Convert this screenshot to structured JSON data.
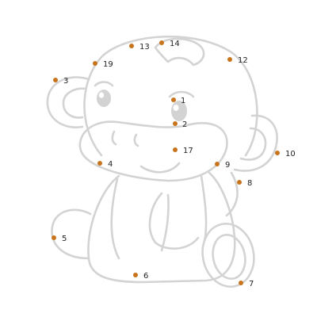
{
  "puzzle": {
    "marker_color": "#c8741c",
    "outline_color": "#d3d3d3",
    "label_color": "#222222",
    "dots": [
      {
        "n": "1"
      },
      {
        "n": "2"
      },
      {
        "n": "3"
      },
      {
        "n": "4"
      },
      {
        "n": "5"
      },
      {
        "n": "6"
      },
      {
        "n": "7"
      },
      {
        "n": "8"
      },
      {
        "n": "9"
      },
      {
        "n": "10"
      },
      {
        "n": "12"
      },
      {
        "n": "13"
      },
      {
        "n": "14"
      },
      {
        "n": "17"
      },
      {
        "n": "19"
      }
    ]
  }
}
